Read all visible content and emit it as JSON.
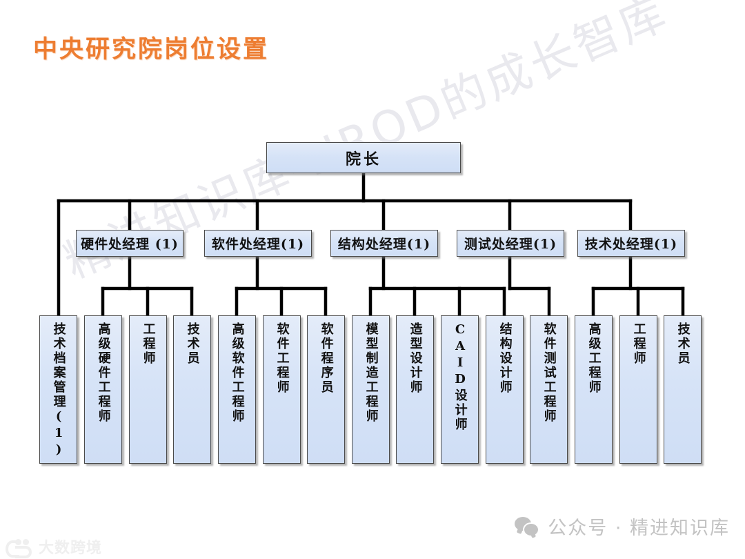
{
  "slide": {
    "title": "中央研究院岗位设置",
    "title_color": "#ED7D31",
    "background": "#ffffff",
    "node_fill": "#d6e3f7",
    "node_border": "#4a4a4a",
    "connector_color": "#000000"
  },
  "watermarks": {
    "diagonal": "精进知识库-HROD的成长智库",
    "footer_text": "公众号 · 精进知识库",
    "footer_icon": "wechat-icon",
    "logo_text": "大数跨境",
    "logo_icon": "dashu-kuajing-logo"
  },
  "chart_data": {
    "type": "org-chart",
    "title": "中央研究院岗位设置",
    "root": {
      "id": "root",
      "label": "院长"
    },
    "levels": [
      {
        "name": "root",
        "count": 1
      },
      {
        "name": "managers",
        "count": 5
      },
      {
        "name": "positions",
        "count": 15
      }
    ],
    "managers": [
      {
        "id": "m1",
        "label": "硬件处经理 (1)",
        "children": [
          "p2",
          "p3",
          "p4"
        ]
      },
      {
        "id": "m2",
        "label": "软件处经理(1)",
        "children": [
          "p5",
          "p6",
          "p7"
        ]
      },
      {
        "id": "m3",
        "label": "结构处经理(1)",
        "children": [
          "p8",
          "p9",
          "p10",
          "p11"
        ]
      },
      {
        "id": "m4",
        "label": "测试处经理(1)",
        "children": [
          "p12"
        ]
      },
      {
        "id": "m5",
        "label": "技术处经理(1)",
        "children": [
          "p13",
          "p14",
          "p15"
        ]
      }
    ],
    "positions": [
      {
        "id": "p1",
        "label": "技术档案管理(1)",
        "parent": "root"
      },
      {
        "id": "p2",
        "label": "高级硬件工程师",
        "parent": "m1"
      },
      {
        "id": "p3",
        "label": "工程师",
        "parent": "m1"
      },
      {
        "id": "p4",
        "label": "技术员",
        "parent": "m1"
      },
      {
        "id": "p5",
        "label": "高级软件工程师",
        "parent": "m2"
      },
      {
        "id": "p6",
        "label": "软件工程师",
        "parent": "m2"
      },
      {
        "id": "p7",
        "label": "软件程序员",
        "parent": "m2"
      },
      {
        "id": "p8",
        "label": "模型制造工程师",
        "parent": "m3"
      },
      {
        "id": "p9",
        "label": "造型设计师",
        "parent": "m3"
      },
      {
        "id": "p10",
        "label": "CAID设计师",
        "parent": "m3"
      },
      {
        "id": "p11",
        "label": "结构设计师",
        "parent": "m3"
      },
      {
        "id": "p12",
        "label": "软件测试工程师",
        "parent": "m4"
      },
      {
        "id": "p13",
        "label": "高级工程师",
        "parent": "m5"
      },
      {
        "id": "p14",
        "label": "工程师",
        "parent": "m5"
      },
      {
        "id": "p15",
        "label": "技术员",
        "parent": "m5"
      }
    ]
  }
}
